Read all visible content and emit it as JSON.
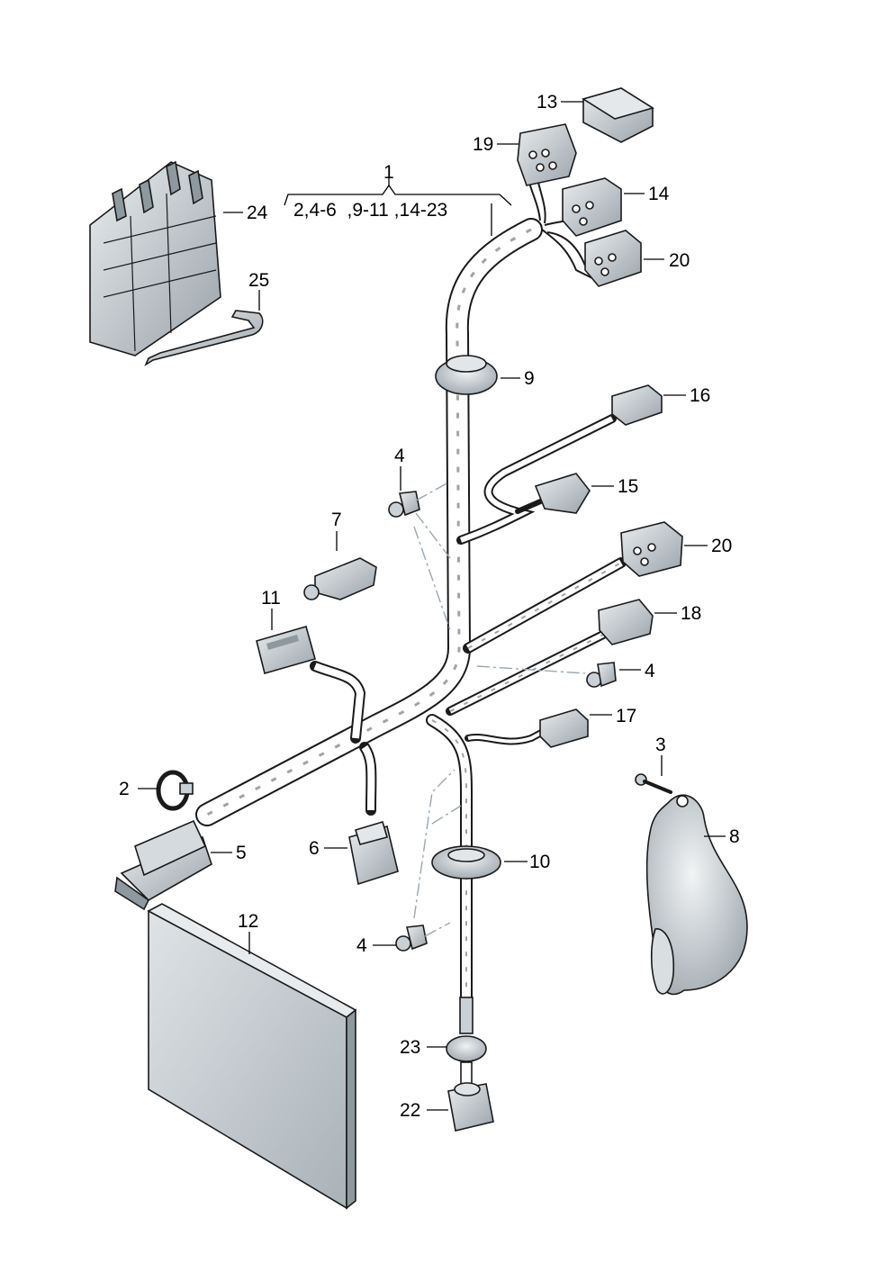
{
  "diagram": {
    "group_label": {
      "number": "1",
      "contents": "2,4-6  ,9-11 ,14-23"
    },
    "callouts": {
      "c2": "2",
      "c3": "3",
      "c4a": "4",
      "c4b": "4",
      "c4c": "4",
      "c5": "5",
      "c6": "6",
      "c7": "7",
      "c8": "8",
      "c9": "9",
      "c10": "10",
      "c11": "11",
      "c12": "12",
      "c13": "13",
      "c14": "14",
      "c15": "15",
      "c16": "16",
      "c17": "17",
      "c18": "18",
      "c19": "19",
      "c20a": "20",
      "c20b": "20",
      "c22": "22",
      "c23": "23",
      "c24": "24",
      "c25": "25"
    },
    "colors": {
      "part_fill": "#c9d0d6",
      "part_dark": "#8e989f",
      "harness": "#ffffff",
      "stripe": "#9aa5ad"
    }
  }
}
